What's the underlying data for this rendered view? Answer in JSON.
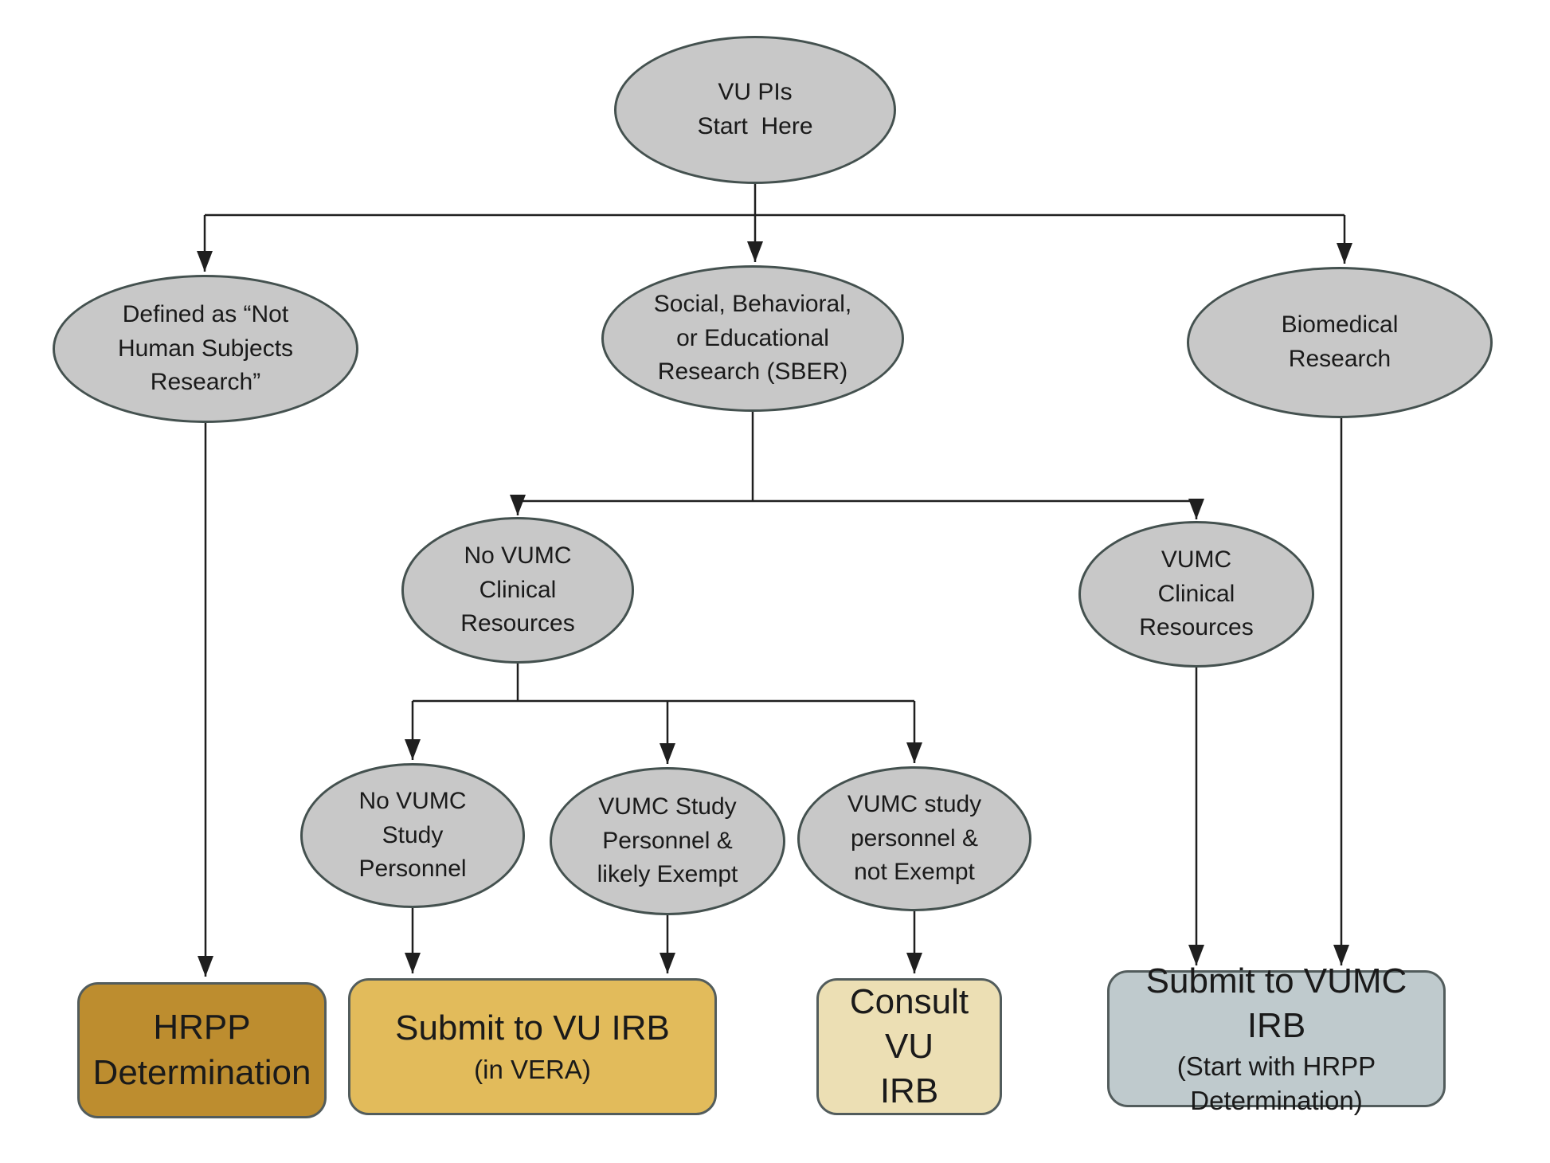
{
  "colors": {
    "ellipse_fill": "#c8c8c8",
    "ellipse_border": "#44514f",
    "box_border": "#525c5c",
    "line": "#1f1f1f",
    "text": "#1a1a1a",
    "hrpp_fill": "#bd8d2f",
    "vu_irb_fill": "#e2bb5b",
    "consult_fill": "#ecdfb4",
    "vumc_irb_fill": "#bfcacd"
  },
  "nodes": {
    "start": {
      "text": "VU PIs\nStart  Here"
    },
    "nhsr": {
      "text": "Defined as “Not\nHuman Subjects\nResearch”"
    },
    "sber": {
      "text": "Social, Behavioral,\nor Educational\nResearch (SBER)"
    },
    "biomedical": {
      "text": "Biomedical\nResearch"
    },
    "no_vumc_clinical": {
      "text": "No VUMC\nClinical\nResources"
    },
    "vumc_clinical": {
      "text": "VUMC\nClinical\nResources"
    },
    "no_vumc_personnel": {
      "text": "No VUMC\nStudy\nPersonnel"
    },
    "vumc_personnel_exempt": {
      "text": "VUMC Study\nPersonnel &\nlikely Exempt"
    },
    "vumc_personnel_not_exempt": {
      "text": "VUMC study\npersonnel &\nnot Exempt"
    }
  },
  "outcomes": {
    "hrpp": {
      "title": "HRPP\nDetermination"
    },
    "vu_irb": {
      "title": "Submit to VU IRB",
      "subtitle": "(in VERA)"
    },
    "consult": {
      "title": "Consult VU\nIRB"
    },
    "vumc_irb": {
      "title": "Submit to VUMC IRB",
      "subtitle": "(Start with HRPP\nDetermination)"
    }
  }
}
